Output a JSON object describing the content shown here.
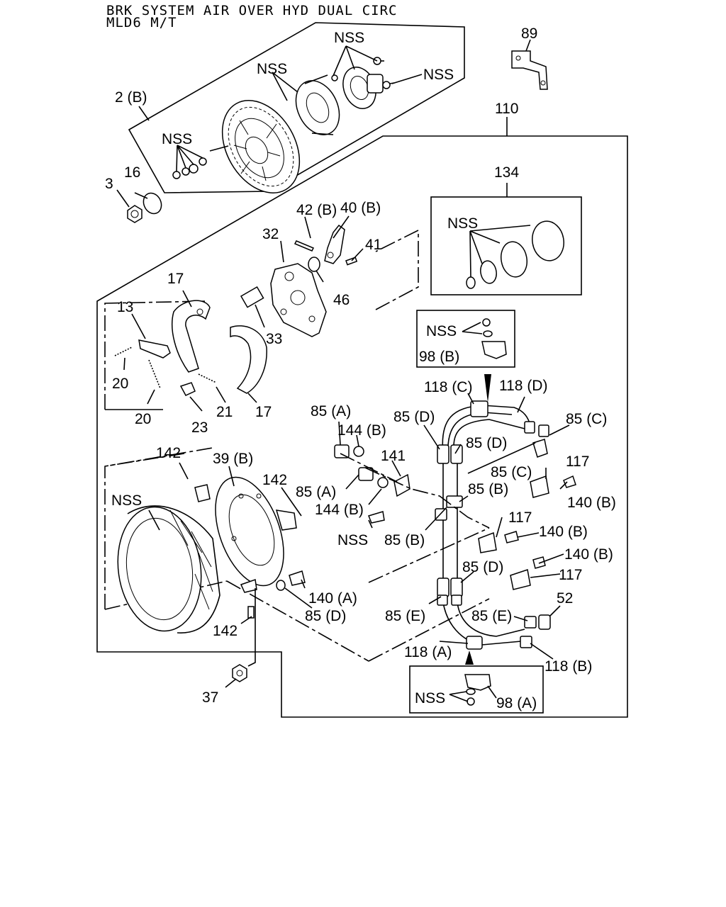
{
  "title": {
    "line1": "BRK SYSTEM AIR OVER HYD DUAL CIRC",
    "line2": "MLD6 M/T"
  },
  "callouts": [
    {
      "id": "c-nss-top",
      "text": "NSS"
    },
    {
      "id": "c-nss-hub",
      "text": "NSS"
    },
    {
      "id": "c-nss-right",
      "text": "NSS"
    },
    {
      "id": "c-89",
      "text": "89"
    },
    {
      "id": "c-2b",
      "text": "2 (B)"
    },
    {
      "id": "c-110",
      "text": "110"
    },
    {
      "id": "c-nss-gear",
      "text": "NSS"
    },
    {
      "id": "c-16",
      "text": "16"
    },
    {
      "id": "c-3",
      "text": "3"
    },
    {
      "id": "c-134",
      "text": "134"
    },
    {
      "id": "c-nss-rings",
      "text": "NSS"
    },
    {
      "id": "c-42b",
      "text": "42 (B)"
    },
    {
      "id": "c-40b",
      "text": "40 (B)"
    },
    {
      "id": "c-32",
      "text": "32"
    },
    {
      "id": "c-41",
      "text": "41"
    },
    {
      "id": "c-46",
      "text": "46"
    },
    {
      "id": "c-17a",
      "text": "17"
    },
    {
      "id": "c-13",
      "text": "13"
    },
    {
      "id": "c-33",
      "text": "33"
    },
    {
      "id": "c-nss-clip",
      "text": "NSS"
    },
    {
      "id": "c-98b",
      "text": "98 (B)"
    },
    {
      "id": "c-20a",
      "text": "20"
    },
    {
      "id": "c-118c",
      "text": "118 (C)"
    },
    {
      "id": "c-118d",
      "text": "118 (D)"
    },
    {
      "id": "c-20b",
      "text": "20"
    },
    {
      "id": "c-23",
      "text": "23"
    },
    {
      "id": "c-21",
      "text": "21"
    },
    {
      "id": "c-17b",
      "text": "17"
    },
    {
      "id": "c-85a-1",
      "text": "85 (A)"
    },
    {
      "id": "c-85d-1",
      "text": "85 (D)"
    },
    {
      "id": "c-85c-1",
      "text": "85 (C)"
    },
    {
      "id": "c-144b-1",
      "text": "144 (B)"
    },
    {
      "id": "c-85d-2",
      "text": "85 (D)"
    },
    {
      "id": "c-142a",
      "text": "142"
    },
    {
      "id": "c-39b",
      "text": "39 (B)"
    },
    {
      "id": "c-141",
      "text": "141"
    },
    {
      "id": "c-85c-2",
      "text": "85 (C)"
    },
    {
      "id": "c-117a",
      "text": "117"
    },
    {
      "id": "c-nss-drum",
      "text": "NSS"
    },
    {
      "id": "c-142b",
      "text": "142"
    },
    {
      "id": "c-85a-2",
      "text": "85 (A)"
    },
    {
      "id": "c-85b-1",
      "text": "85 (B)"
    },
    {
      "id": "c-140b-1",
      "text": "140 (B)"
    },
    {
      "id": "c-144b-2",
      "text": "144 (B)"
    },
    {
      "id": "c-117b",
      "text": "117"
    },
    {
      "id": "c-140b-2",
      "text": "140 (B)"
    },
    {
      "id": "c-nss-bolt",
      "text": "NSS"
    },
    {
      "id": "c-85b-2",
      "text": "85 (B)"
    },
    {
      "id": "c-140b-3",
      "text": "140 (B)"
    },
    {
      "id": "c-85d-3",
      "text": "85 (D)"
    },
    {
      "id": "c-117c",
      "text": "117"
    },
    {
      "id": "c-140a",
      "text": "140 (A)"
    },
    {
      "id": "c-85e-1",
      "text": "85 (E)"
    },
    {
      "id": "c-52",
      "text": "52"
    },
    {
      "id": "c-85d-4",
      "text": "85 (D)"
    },
    {
      "id": "c-85e-2",
      "text": "85 (E)"
    },
    {
      "id": "c-142c",
      "text": "142"
    },
    {
      "id": "c-118a",
      "text": "118 (A)"
    },
    {
      "id": "c-118b",
      "text": "118 (B)"
    },
    {
      "id": "c-37",
      "text": "37"
    },
    {
      "id": "c-nss-clip2",
      "text": "NSS"
    },
    {
      "id": "c-98a",
      "text": "98 (A)"
    }
  ]
}
